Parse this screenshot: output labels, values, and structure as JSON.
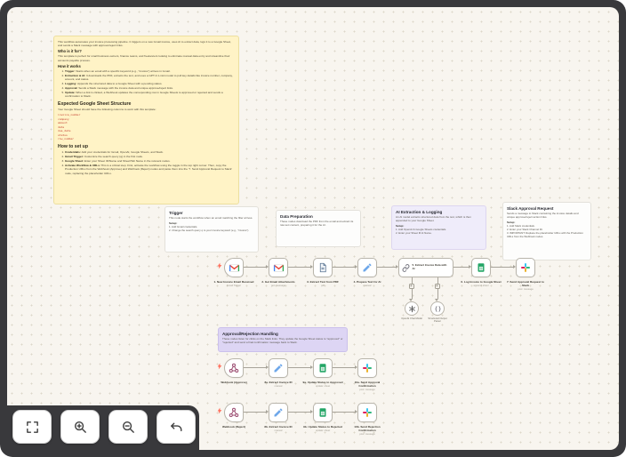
{
  "sticky_main": {
    "intro": "This workflow automates your invoice processing pipeline. It triggers on a new Gmail invoice, uses AI to extract data, logs it to a Google Sheet, and sends a Slack message with approve/reject links.",
    "who_title": "Who is it for?",
    "who_body": "This template is perfect for small business owners, finance teams, and freelancers looking to eliminate manual data entry and streamline their accounts payable process.",
    "how_title": "How it works",
    "how_items": [
      {
        "term": "Trigger:",
        "rest": "Starts when an email with a specific keyword (e.g., \"invoice\") arrives in Gmail."
      },
      {
        "term": "Extraction & AI:",
        "rest": "It downloads the PDF, extracts the text, and uses a GPT-4.1-mini model to pull key details like invoice number, company, amount, and status."
      },
      {
        "term": "Logging:",
        "rest": "Appends the structured data to a Google Sheet with a pending status."
      },
      {
        "term": "Approval:",
        "rest": "Sends a Slack message with the invoice data and unique approve/reject links."
      },
      {
        "term": "Update:",
        "rest": "When a link is clicked, a Webhook updates the corresponding row in Google Sheets to approved or rejected and sends a confirmation to Slack."
      }
    ],
    "sheet_title": "Expected Google Sheet Structure",
    "sheet_body": "Your Google Sheet should have the following columns to work with this template:",
    "columns": [
      "invoice_number",
      "company",
      "amount",
      "date",
      "due_date",
      "status",
      "row_number"
    ],
    "setup_title": "How to set up",
    "setup_items": [
      {
        "term": "Credentials:",
        "rest": "Add your credentials for Gmail, OpenAI, Google Sheets, and Slack."
      },
      {
        "term": "Gmail Trigger:",
        "rest": "Customize the search query (q) in the first node."
      },
      {
        "term": "Google Sheet:",
        "rest": "Enter your Sheet ID/Name and Sheet/Tab Name in the relevant nodes."
      },
      {
        "term": "Activate Workflow & URLs:",
        "rest": "This is a critical step. First, activate the workflow using the toggle in the top right corner. Then, copy the Production URLs from the Webhook (Approve) and Webhook (Reject) nodes and paste them into the '7. Send Approval Request to Slack' node, replacing the placeholder URLs."
      }
    ]
  },
  "notes": {
    "trigger": {
      "title": "Trigger",
      "body": "This node starts the workflow when an email matching the filter arrives.",
      "setup_label": "Setup:",
      "steps": [
        "1. Add Gmail credentials.",
        "2. Change the search query q to your invoice keyword (e.g., \"invoice\")."
      ]
    },
    "data_prep": {
      "title": "Data Preparation",
      "body": "These nodes download the PDF from the email and extract its raw text content, preparing it for the AI."
    },
    "ai": {
      "title": "AI Extraction & Logging",
      "body": "An AI model extracts structured data from the text, which is then appended to your Google Sheet.",
      "setup_label": "Setup:",
      "steps": [
        "1. Add OpenAI & Google Sheets credentials.",
        "2. Enter your Sheet ID & Name."
      ]
    },
    "slack": {
      "title": "Slack Approval Request",
      "body": "Sends a message to Slack containing the invoice details and unique approve/reject action links.",
      "setup_label": "Setup:",
      "steps": [
        "1. Add Slack credentials.",
        "2. Enter your Slack Channel ID.",
        "3. IMPORTANT: Replace the placeholder URLs with the Production URLs from the Webhook nodes."
      ]
    },
    "approval": {
      "title": "Approval/Rejection Handling",
      "body": "These nodes listen for clicks on the Slack links. They update the Google Sheet status to \"approved\" or \"rejected\" and send a final confirmation message back to Slack."
    }
  },
  "nodes": {
    "main": [
      {
        "label": "1. New Invoice Email Received",
        "sub": "Gmail Trigger",
        "icon": "gmail-icon"
      },
      {
        "label": "2. Get Email Attachments",
        "sub": "get: message",
        "icon": "gmail-icon"
      },
      {
        "label": "3. Extract Text from PDF",
        "sub": "pdf",
        "icon": "file-icon"
      },
      {
        "label": "4. Prepare Text for AI",
        "sub": "manual",
        "icon": "pencil-icon"
      },
      {
        "label": "6. Log Invoice to Google Sheet",
        "sub": "append: sheet",
        "icon": "google-sheets-icon"
      },
      {
        "label": "7. Send Approval Request to Slack",
        "sub": "post: message",
        "icon": "slack-icon"
      }
    ],
    "ai": {
      "label": "5. Extract Invoice Data with AI",
      "icon": "chain-icon"
    },
    "ai_children": [
      {
        "label": "OpenAI Chat Model",
        "icon": "openai-icon"
      },
      {
        "label": "Structured Output Parser",
        "icon": "braces-icon"
      }
    ],
    "approve_row": [
      {
        "label": "Webhook (Approve)",
        "sub": "",
        "icon": "webhook-icon"
      },
      {
        "label": "8a. Extract Invoice ID",
        "sub": "manual",
        "icon": "pencil-icon"
      },
      {
        "label": "9a. Update Status to Approved",
        "sub": "update: sheet",
        "icon": "google-sheets-icon"
      },
      {
        "label": "10a. Send Approval Confirmation",
        "sub": "post: message",
        "icon": "slack-icon"
      }
    ],
    "reject_row": [
      {
        "label": "Webhook (Reject)",
        "sub": "",
        "icon": "webhook-icon"
      },
      {
        "label": "8b. Extract Invoice ID",
        "sub": "manual",
        "icon": "pencil-icon"
      },
      {
        "label": "9b. Update Status to Rejected",
        "sub": "update: sheet",
        "icon": "google-sheets-icon"
      },
      {
        "label": "10b. Send Rejection Confirmation",
        "sub": "post: message",
        "icon": "slack-icon"
      }
    ]
  },
  "controls": {
    "buttons": [
      {
        "icon": "fullscreen-icon"
      },
      {
        "icon": "zoom-in-icon"
      },
      {
        "icon": "zoom-out-icon"
      },
      {
        "icon": "undo-icon"
      }
    ]
  },
  "colors": {
    "frame": "#39393c",
    "canvas": "#f8f5ef",
    "sticky_yellow": "#fff3c6",
    "sticky_purple": "#ddd5f4",
    "gmail_red": "#EA4335",
    "sheets_green": "#23a566",
    "slack_red": "#E01E5A",
    "pencil_blue": "#6fa8ea",
    "webhook_pink": "#9a4a6f",
    "trigger_bolt": "#ff6d5a"
  }
}
